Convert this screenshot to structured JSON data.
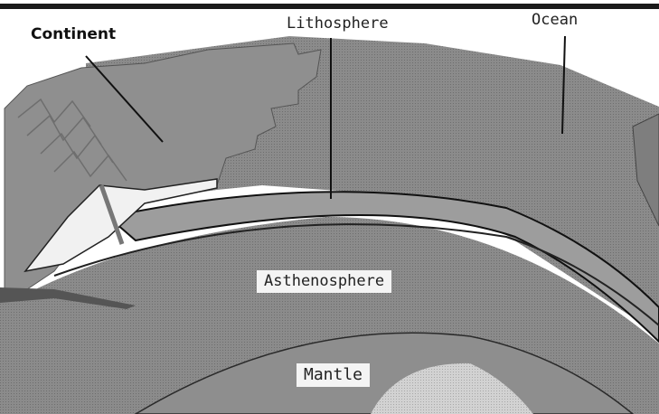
{
  "labels": {
    "continent": "Continent",
    "lithosphere": "Lithosphere",
    "ocean": "Ocean",
    "asthenosphere": "Asthenosphere",
    "mantle": "Mantle"
  },
  "colors": {
    "ocean": "#8a8a8a",
    "lithosphere": "#9a9a9a",
    "asthenosphere": "#7d7d7d",
    "mantle": "#8c8c8c",
    "continent": "#8e8e8e",
    "plume": "#c9c9c9",
    "border": "#111111"
  }
}
